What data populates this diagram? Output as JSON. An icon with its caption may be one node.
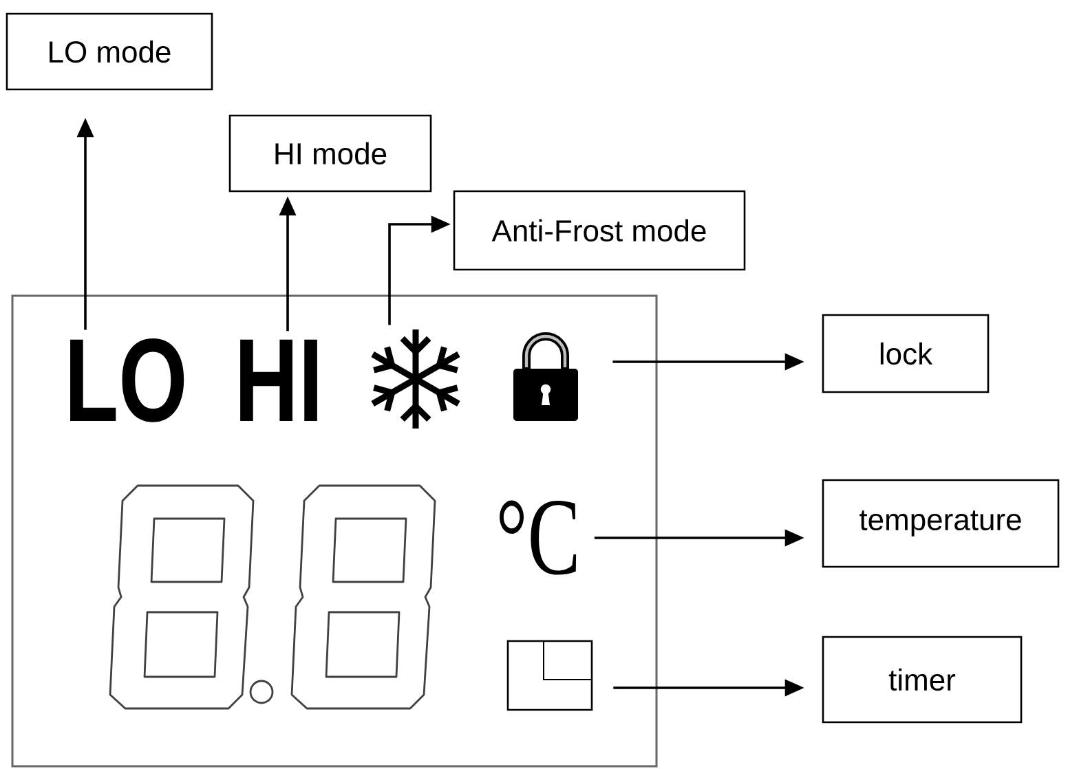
{
  "diagram": {
    "nodes": [
      {
        "text": [
          "LO mode"
        ]
      },
      {
        "text": [
          "HI mode"
        ]
      },
      {
        "text": [
          "Anti-Frost mode"
        ]
      },
      {
        "text": [],
        "shape": "box"
      },
      {
        "text": [
          "LO"
        ],
        "in": 3
      },
      {
        "text": [
          "HI"
        ],
        "in": 3
      },
      {
        "text": [],
        "shape": "picture",
        "in": 3
      },
      {
        "text": [],
        "shape": "picture",
        "in": 3
      },
      {
        "text": [
          "lock"
        ]
      },
      {
        "text": [
          "°C"
        ],
        "in": 3
      },
      {
        "text": [
          "temperature"
        ]
      },
      {
        "text": [],
        "shape": "picture",
        "in": 3
      },
      {
        "text": [
          "timer"
        ]
      }
    ],
    "edges": [
      {
        "from": 4,
        "to": 0,
        "arrow": "to"
      },
      {
        "from": 5,
        "to": 1,
        "arrow": "to"
      },
      {
        "from": 6,
        "to": 2,
        "arrow": "to"
      },
      {
        "from": 7,
        "to": 8,
        "arrow": "to"
      },
      {
        "from": 9,
        "to": 10,
        "arrow": "to"
      },
      {
        "from": 11,
        "to": 12,
        "arrow": "to"
      }
    ]
  }
}
